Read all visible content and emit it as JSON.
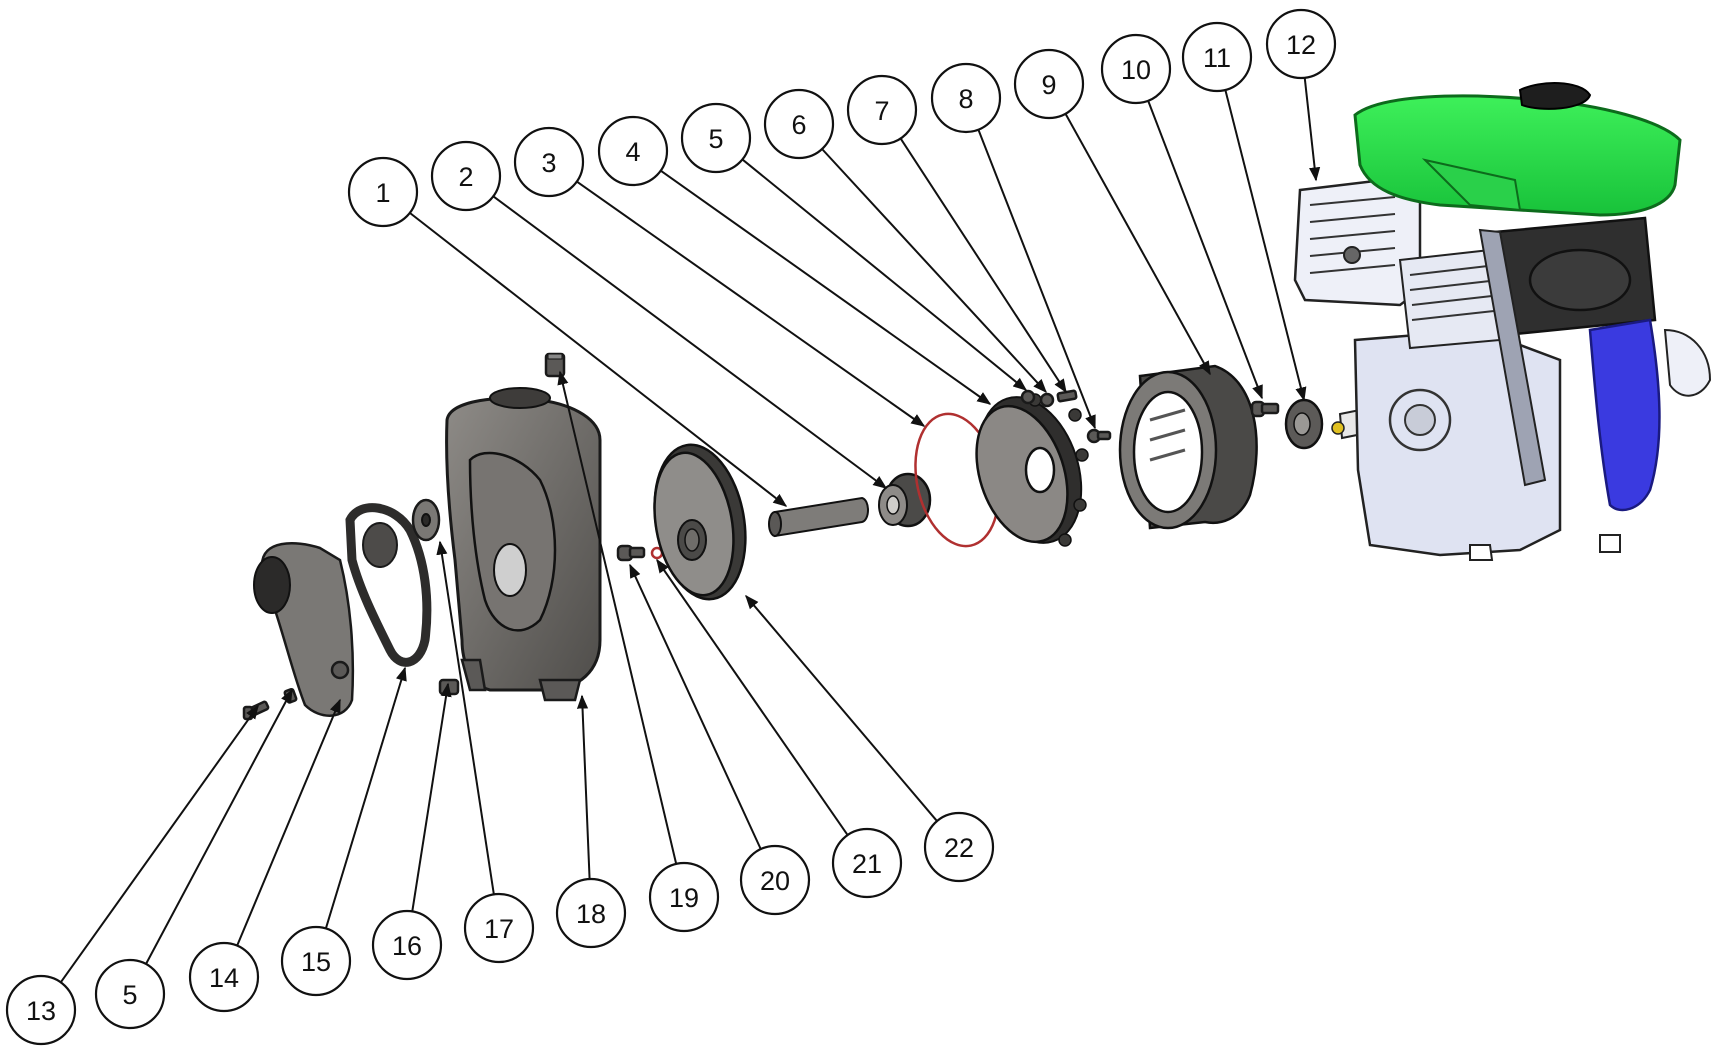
{
  "diagram": {
    "title": "Exploded view - engine driven pump assembly",
    "colors": {
      "background": "#ffffff",
      "line": "#111111",
      "casting": "#6b6966",
      "engine_tank": "#22dd44",
      "engine_blue": "#3a3ae0",
      "engine_body": "#dfe3f2",
      "air_filter": "#2f2f2f",
      "o_ring": "#b03030"
    },
    "balloons": [
      {
        "id": "b1",
        "label": "1",
        "part": "shaft-sleeve"
      },
      {
        "id": "b2",
        "label": "2",
        "part": "mechanical-seal"
      },
      {
        "id": "b3",
        "label": "3",
        "part": "o-ring"
      },
      {
        "id": "b4",
        "label": "4",
        "part": "seal-plate"
      },
      {
        "id": "b5",
        "label": "5",
        "part": "nut"
      },
      {
        "id": "b6",
        "label": "6",
        "part": "nut"
      },
      {
        "id": "b7",
        "label": "7",
        "part": "bolt"
      },
      {
        "id": "b8",
        "label": "8",
        "part": "bolt"
      },
      {
        "id": "b9",
        "label": "9",
        "part": "adapter-bracket"
      },
      {
        "id": "b10",
        "label": "10",
        "part": "bolt"
      },
      {
        "id": "b11",
        "label": "11",
        "part": "shaft-collar"
      },
      {
        "id": "b12",
        "label": "12",
        "part": "engine"
      },
      {
        "id": "b13",
        "label": "13",
        "part": "bolt"
      },
      {
        "id": "b5b",
        "label": "5",
        "part": "nut"
      },
      {
        "id": "b14",
        "label": "14",
        "part": "suction-flange"
      },
      {
        "id": "b15",
        "label": "15",
        "part": "flange-gasket"
      },
      {
        "id": "b16",
        "label": "16",
        "part": "drain-plug"
      },
      {
        "id": "b17",
        "label": "17",
        "part": "check-valve-flap"
      },
      {
        "id": "b18",
        "label": "18",
        "part": "pump-casing"
      },
      {
        "id": "b19",
        "label": "19",
        "part": "fill-plug"
      },
      {
        "id": "b20",
        "label": "20",
        "part": "impeller-bolt"
      },
      {
        "id": "b21",
        "label": "21",
        "part": "washer"
      },
      {
        "id": "b22",
        "label": "22",
        "part": "impeller"
      }
    ]
  }
}
